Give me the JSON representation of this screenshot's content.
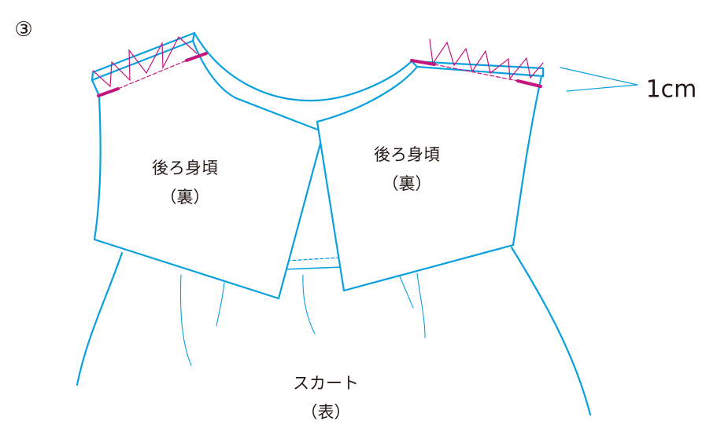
{
  "step_number": "③",
  "left_piece": {
    "name": "後ろ身頃",
    "side": "（裏）"
  },
  "right_piece": {
    "name": "後ろ身頃",
    "side": "（裏）"
  },
  "skirt": {
    "name": "スカート",
    "side": "（表）"
  },
  "seam_allowance": "1cm",
  "colors": {
    "outline": "#0aa0de",
    "stitch": "#c4157f",
    "text": "#231815"
  }
}
